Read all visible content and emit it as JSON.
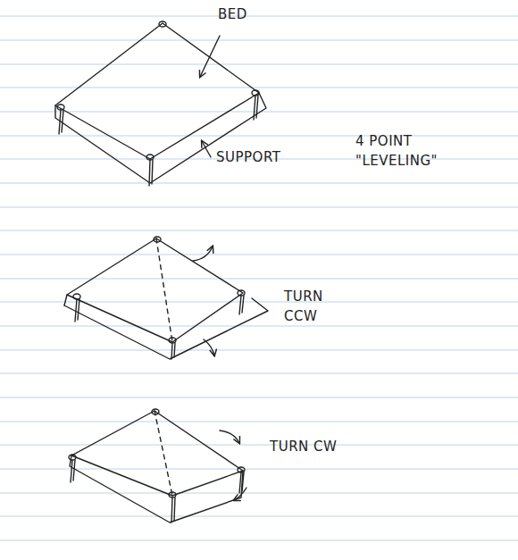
{
  "diagram": {
    "labels": [
      "BED",
      "SUPPORT",
      "4 POINT \"LEVELING\"",
      "TURN CCW",
      "TURN CW"
    ]
  }
}
